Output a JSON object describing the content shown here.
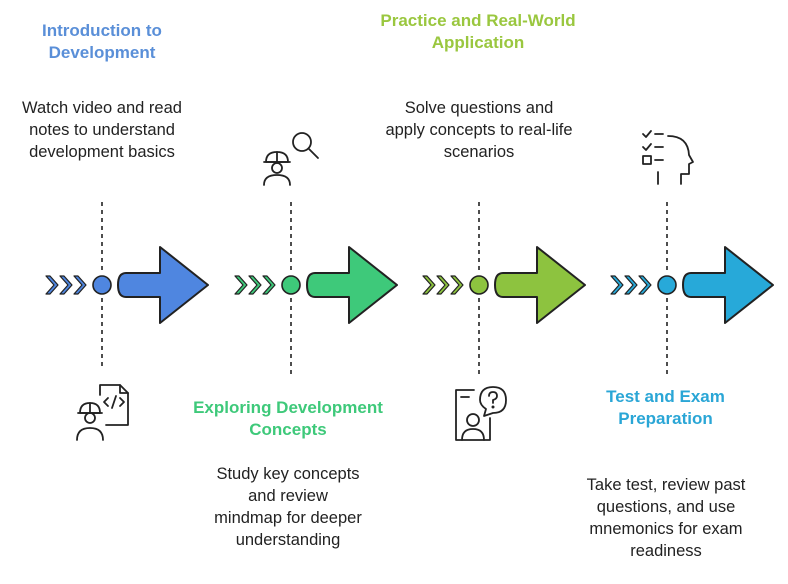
{
  "stages": [
    {
      "title": "Introduction to Development",
      "description": "Watch video and read notes to understand development basics",
      "color": "#4f86e0",
      "icon": "engineer-code-icon"
    },
    {
      "title": "Exploring Development Concepts",
      "description": "Study key concepts and review mindmap for deeper understanding",
      "color": "#3ec97a",
      "icon": "engineer-search-icon"
    },
    {
      "title": "Practice and Real-World Application",
      "description": "Solve questions and apply concepts to real-life scenarios",
      "color": "#8dc33f",
      "icon": "question-person-icon"
    },
    {
      "title": "Test and Exam Preparation",
      "description": "Take test, review past questions, and use mnemonics for exam readiness",
      "color": "#27a9d9",
      "icon": "checklist-head-icon"
    }
  ]
}
